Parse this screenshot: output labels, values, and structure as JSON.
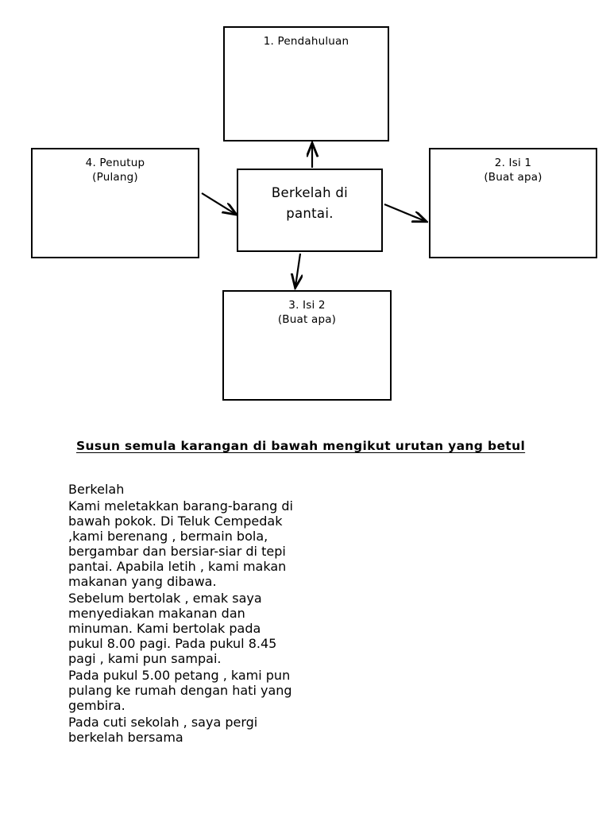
{
  "diagram": {
    "type": "mind-map",
    "center": {
      "label": "Berkelah di\npantai."
    },
    "nodes": [
      {
        "id": "intro",
        "label": "1.  Pendahuluan"
      },
      {
        "id": "body1",
        "label": "2. Isi 1\n(Buat apa)"
      },
      {
        "id": "body2",
        "label": "3. Isi 2\n(Buat apa)"
      },
      {
        "id": "closing",
        "label": "4. Penutup\n(Pulang)"
      }
    ],
    "arrows": [
      {
        "from": "center",
        "to": "intro",
        "direction": "up"
      },
      {
        "from": "center",
        "to": "body1",
        "direction": "right"
      },
      {
        "from": "center",
        "to": "body2",
        "direction": "down"
      },
      {
        "from": "closing",
        "to": "center",
        "direction": "right"
      }
    ]
  },
  "instruction": {
    "text": "Susun semula karangan di bawah mengikut urutan yang betul"
  },
  "worksheet": {
    "title": "Berkelah",
    "rows": [
      {
        "text": "Kami meletakkan barang-barang di bawah pokok. Di Teluk Cempedak ,kami berenang , bermain bola, bergambar dan bersiar-siar di tepi pantai. Apabila letih , kami makan makanan yang dibawa.",
        "answer": ""
      },
      {
        "text": "Sebelum bertolak , emak saya menyediakan makanan dan minuman. Kami bertolak pada pukul 8.00 pagi. Pada pukul 8.45 pagi , kami pun sampai.",
        "answer": ""
      },
      {
        "text": "Pada pukul 5.00 petang , kami pun pulang ke rumah dengan hati yang gembira.",
        "answer": ""
      },
      {
        "text": "Pada cuti sekolah , saya  pergi berkelah bersama",
        "answer": ""
      }
    ]
  },
  "colors": {
    "ink": "#000000",
    "border": "#000000",
    "table_border": "#555555",
    "page_background": "#ffffff"
  }
}
